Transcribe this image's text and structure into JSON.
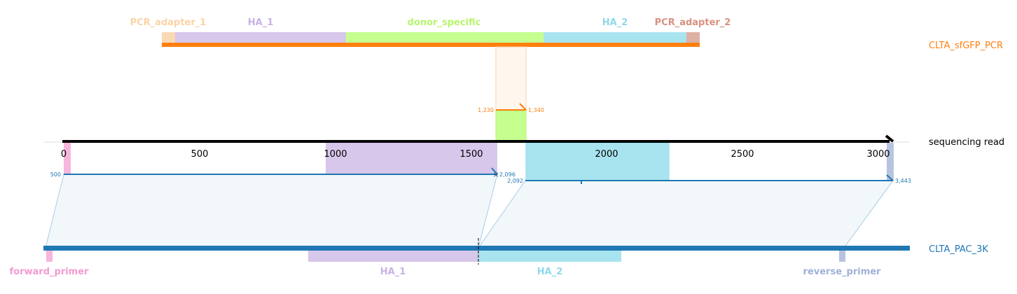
{
  "colors": {
    "pcr_adapter_1": "#fbd9b5",
    "ha_1": "#d7c7ea",
    "donor_specific": "#c6ff8f",
    "ha_2": "#a8e4ef",
    "pcr_adapter_2": "#dfb0a4",
    "pcr_line": "#ff7f0e",
    "read_axis": "#000000",
    "pac_line": "#1f77b4",
    "forward_primer": "#f7b6dc",
    "reverse_primer": "#b7c3e0",
    "alignment_fill": "#e6eff6",
    "alignment_edge": "#a9cde5"
  },
  "top_track": {
    "name": "CLTA_sfGFP_PCR",
    "features": [
      {
        "label": "PCR_adapter_1",
        "color": "#fbd9b5",
        "label_color": "#fbd3a6"
      },
      {
        "label": "HA_1",
        "color": "#d7c7ea",
        "label_color": "#c9b2e6"
      },
      {
        "label": "donor_specific",
        "color": "#c6ff8f",
        "label_color": "#b7f56e"
      },
      {
        "label": "HA_2",
        "color": "#a8e4ef",
        "label_color": "#8fd9ea"
      },
      {
        "label": "PCR_adapter_2",
        "color": "#dfb0a4",
        "label_color": "#d9907f"
      }
    ]
  },
  "read_track": {
    "name": "sequencing read",
    "ticks": [
      "0",
      "500",
      "1000",
      "1500",
      "2000",
      "2500",
      "3000"
    ],
    "tick_values": [
      0,
      500,
      1000,
      1500,
      2000,
      2500,
      3000
    ]
  },
  "bottom_track": {
    "name": "CLTA_PAC_3K",
    "features": [
      {
        "label": "forward_primer",
        "label_color": "#f49ad0"
      },
      {
        "label": "HA_1",
        "label_color": "#c9b2e6"
      },
      {
        "label": "HA_2",
        "label_color": "#8fd9ea"
      },
      {
        "label": "reverse_primer",
        "label_color": "#9fb0d8"
      }
    ]
  },
  "alignments": {
    "top": {
      "start_label": "1,230",
      "end_label": "1,340"
    },
    "bottom_left": {
      "start_label": "500",
      "end_label": "2,096"
    },
    "bottom_right": {
      "start_label": "2,092",
      "end_label": "3,443"
    }
  }
}
